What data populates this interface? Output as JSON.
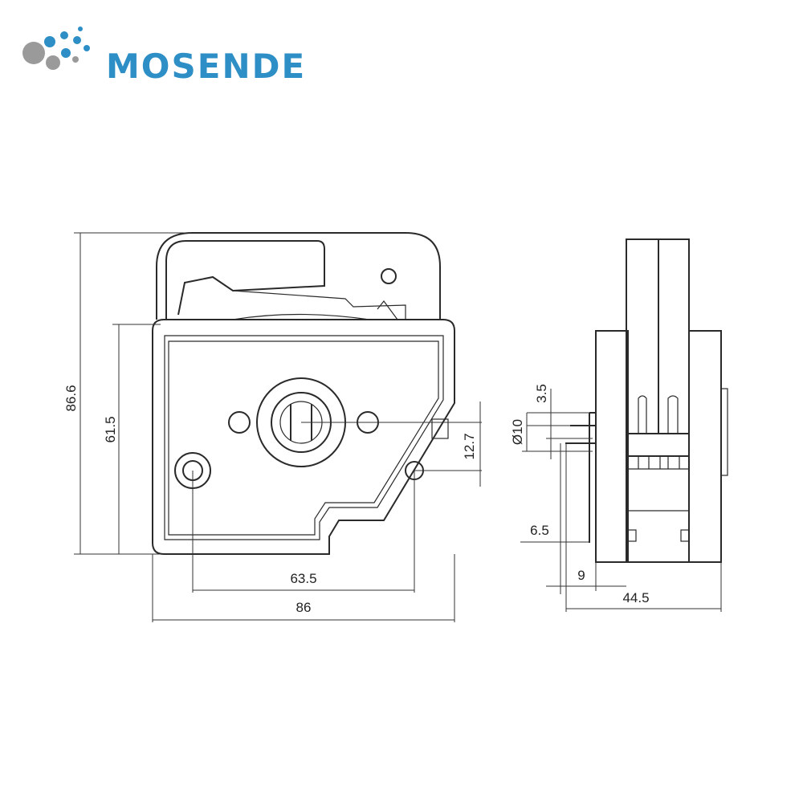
{
  "brand": {
    "name": "MOSENDE",
    "primary_color": "#2e8fc6",
    "dot_colors": [
      "#2e8fc6",
      "#9a9a9a"
    ]
  },
  "drawing": {
    "dimensions": {
      "total_height": "86.6",
      "body_height": "61.5",
      "hole_spacing": "63.5",
      "total_width": "86",
      "vertical_offset": "12.7",
      "offset_top": "3.5",
      "shaft_diameter": "Ø10",
      "offset_6_5": "6.5",
      "offset_9": "9",
      "depth": "44.5"
    }
  }
}
